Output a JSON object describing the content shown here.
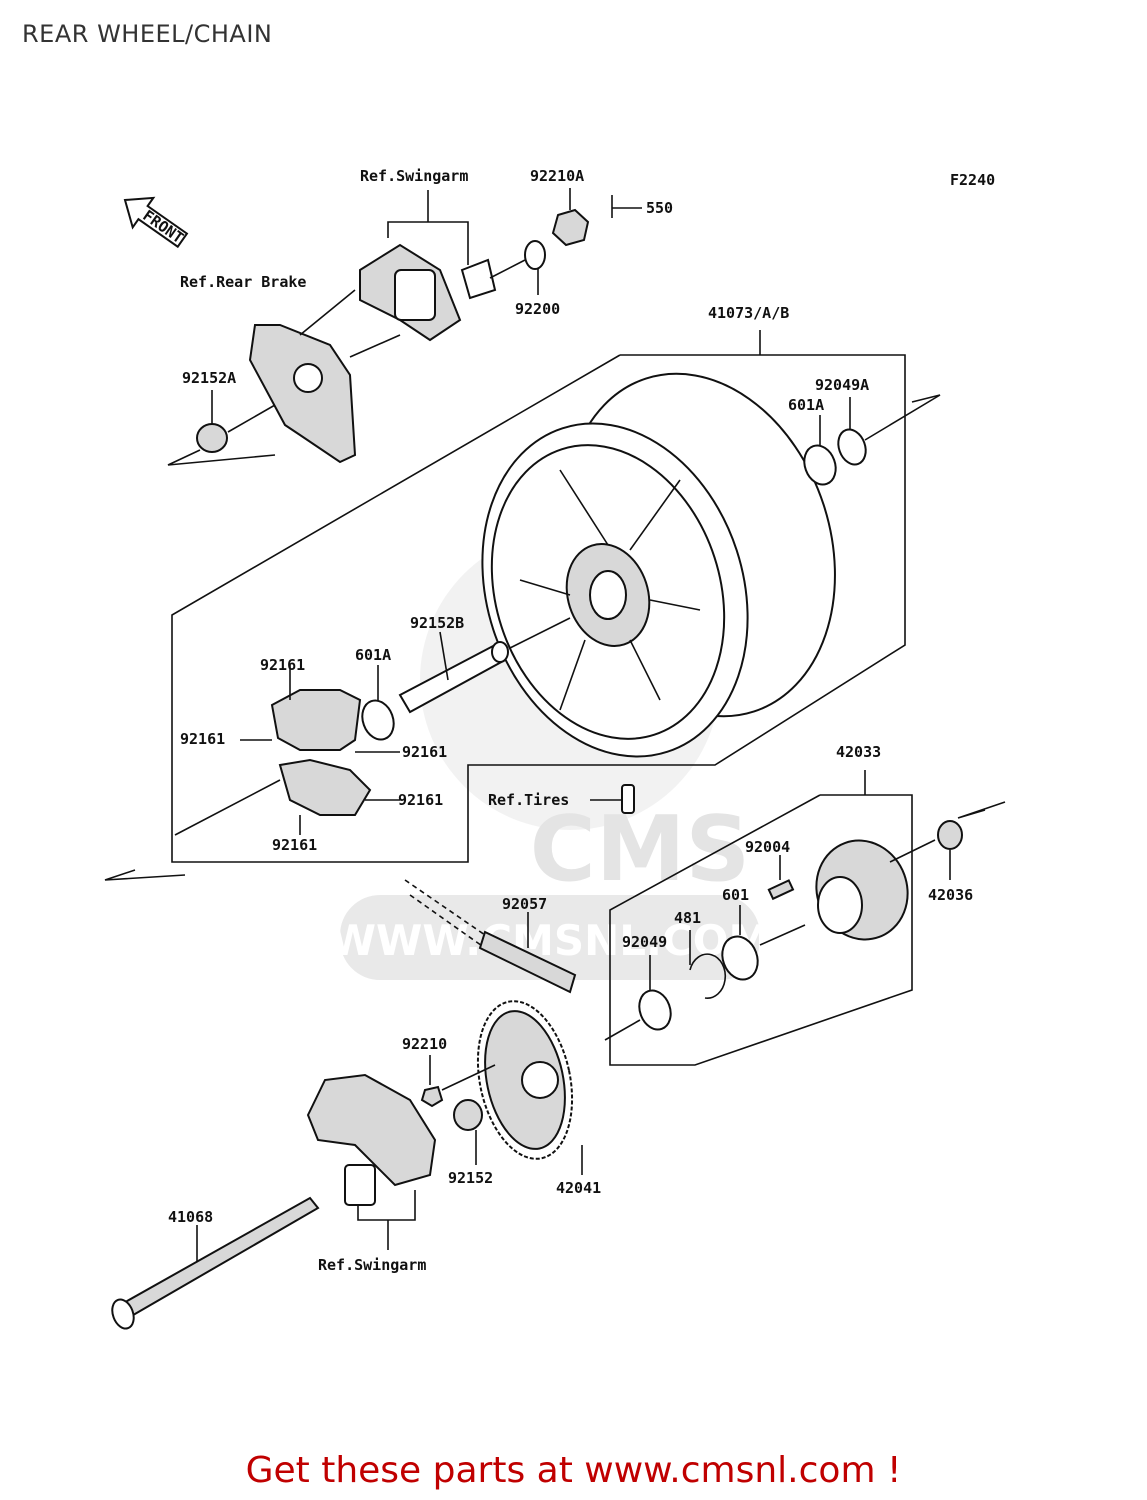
{
  "page": {
    "title": "REAR WHEEL/CHAIN",
    "cta": "Get these parts at www.cmsnl.com !"
  },
  "diagram": {
    "code": "F2240",
    "front_arrow": "FRONT",
    "watermark": {
      "brand": "CMS",
      "url": "WWW.CMSNL.COM"
    },
    "labels": {
      "ref_swingarm_top": "Ref.Swingarm",
      "p92210A": "92210A",
      "p550": "550",
      "ref_rear_brake": "Ref.Rear Brake",
      "p92200": "92200",
      "p92152A": "92152A",
      "p41073": "41073/A/B",
      "p92049A": "92049A",
      "p601A_right": "601A",
      "p92152B": "92152B",
      "p601A_left": "601A",
      "p92161_top": "92161",
      "p92161_left": "92161",
      "p92161_right1": "92161",
      "p92161_right2": "92161",
      "p92161_bottom": "92161",
      "ref_tires": "Ref.Tires",
      "p42033": "42033",
      "p92004": "92004",
      "p42036": "42036",
      "p92057": "92057",
      "p481": "481",
      "p601": "601",
      "p92049": "92049",
      "p92210": "92210",
      "p92152": "92152",
      "p42041": "42041",
      "p41068": "41068",
      "ref_swingarm_bottom": "Ref.Swingarm"
    }
  }
}
